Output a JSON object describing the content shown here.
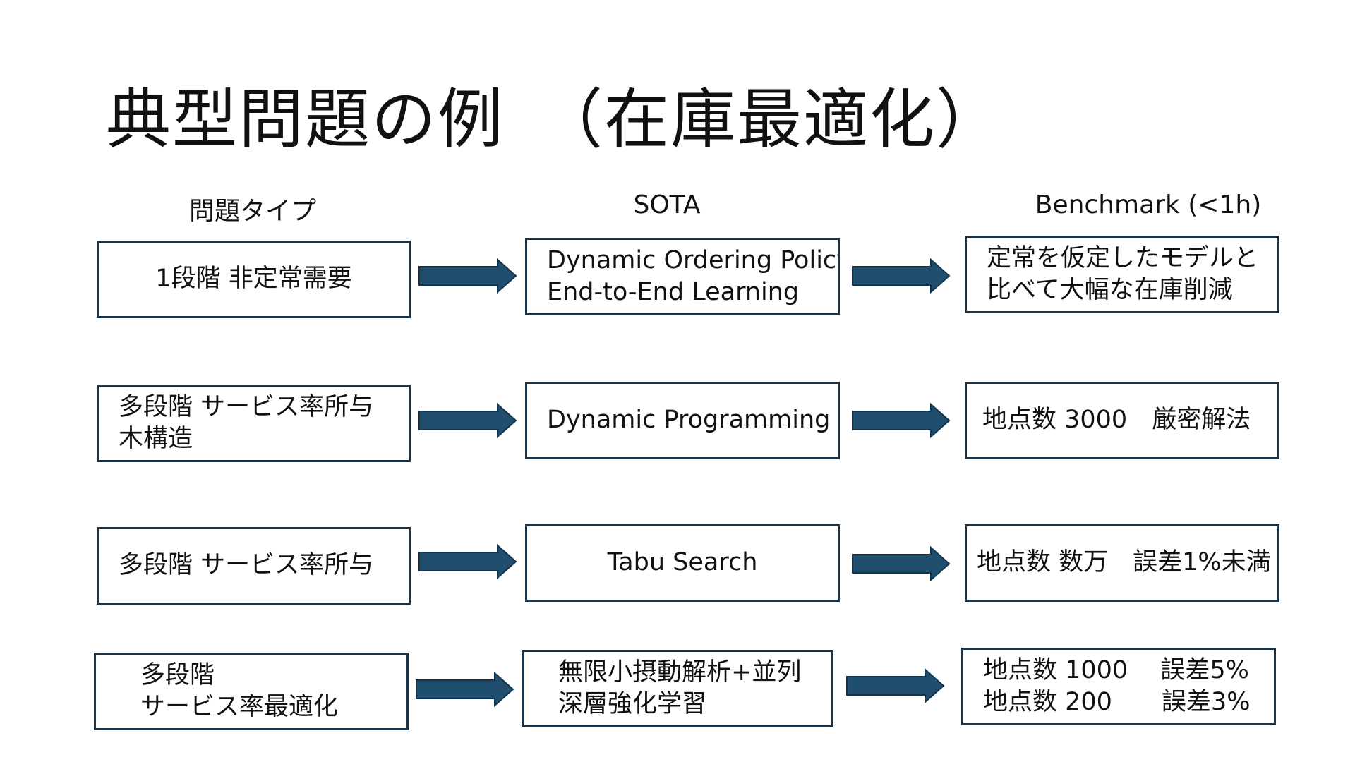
{
  "title": "典型問題の例　（在庫最適化）",
  "headers": {
    "type": "問題タイプ",
    "sota": "SOTA",
    "bench": "Benchmark (<1h)"
  },
  "rows": [
    {
      "type": [
        "1段階 非定常需要"
      ],
      "sota": [
        "Dynamic Ordering Policy",
        "End-to-End Learning"
      ],
      "bench": [
        "定常を仮定したモデルと",
        "比べて大幅な在庫削減"
      ]
    },
    {
      "type": [
        "多段階 サービス率所与",
        "木構造"
      ],
      "sota": [
        "Dynamic Programming"
      ],
      "bench": [
        "地点数 3000　厳密解法"
      ]
    },
    {
      "type": [
        "多段階 サービス率所与"
      ],
      "sota": [
        "Tabu Search"
      ],
      "bench": [
        "地点数 数万　誤差1%未満"
      ]
    },
    {
      "type": [
        "多段階",
        "サービス率最適化"
      ],
      "sota": [
        "無限小摂動解析+並列",
        "深層強化学習"
      ],
      "bench": [
        "地点数 1000　 誤差5%",
        "地点数 200　　誤差3%"
      ]
    }
  ],
  "colors": {
    "arrow_fill": "#1f4e6e",
    "arrow_stroke": "#13344a",
    "box_border": "#1b3345"
  }
}
